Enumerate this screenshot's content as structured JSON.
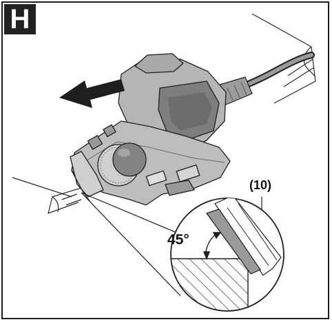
{
  "figure": {
    "panel_letter": "H",
    "angle_label": "45°",
    "part_reference": "(10)",
    "colors": {
      "tool_body": "#b3b3b3",
      "tool_dark": "#767676",
      "outline": "#1e1e1e",
      "badge": "#222222"
    },
    "icons": [
      "direction-arrow-icon",
      "angle-arc-icon"
    ]
  }
}
